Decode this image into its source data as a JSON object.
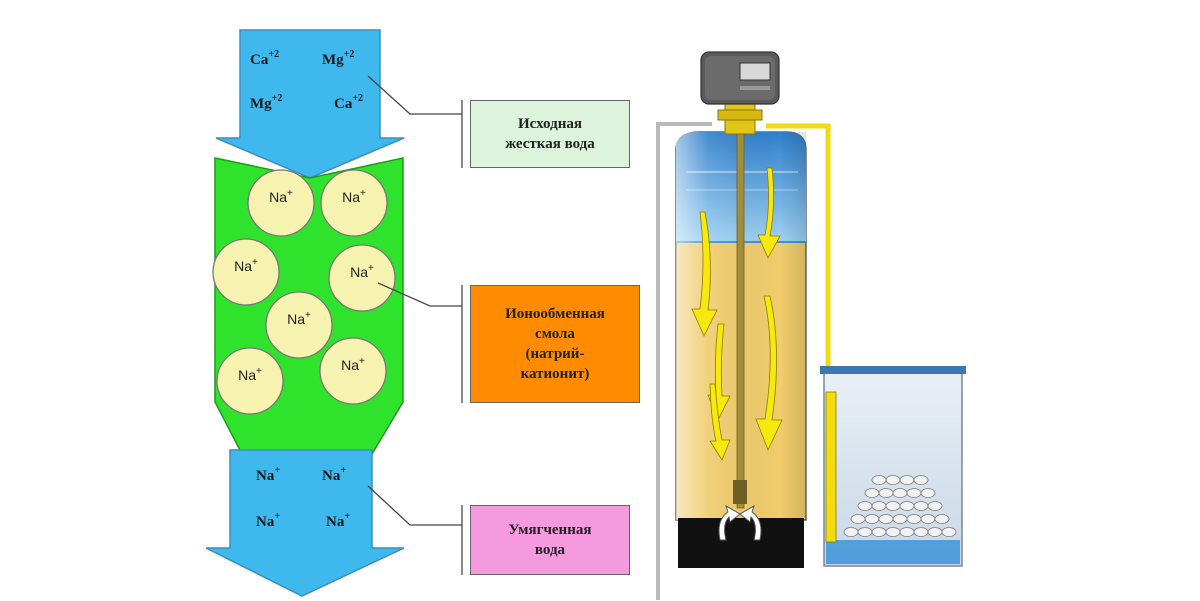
{
  "top_ions": [
    {
      "base": "Ca",
      "charge": "+2"
    },
    {
      "base": "Mg",
      "charge": "+2"
    },
    {
      "base": "Mg",
      "charge": "+2"
    },
    {
      "base": "Ca",
      "charge": "+2"
    }
  ],
  "resin_ions": [
    {
      "base": "Na",
      "charge": "+"
    },
    {
      "base": "Na",
      "charge": "+"
    },
    {
      "base": "Na",
      "charge": "+"
    },
    {
      "base": "Na",
      "charge": "+"
    },
    {
      "base": "Na",
      "charge": "+"
    },
    {
      "base": "Na",
      "charge": "+"
    },
    {
      "base": "Na",
      "charge": "+"
    }
  ],
  "bottom_ions": [
    {
      "base": "Na",
      "charge": "+"
    },
    {
      "base": "Na",
      "charge": "+"
    },
    {
      "base": "Na",
      "charge": "+"
    },
    {
      "base": "Na",
      "charge": "+"
    }
  ],
  "labels": {
    "hard_water": [
      "Исходная",
      "жесткая вода"
    ],
    "resin": [
      "Ионообменная",
      "смола",
      "(натрий-",
      "катионит)"
    ],
    "soft_water": [
      "Умягченная",
      "вода"
    ]
  },
  "colors": {
    "water_arrow": "#3fb8ee",
    "resin_block": "#2fe32c",
    "resin_ball": "#f6f2b0",
    "label_hard_water_bg": "#dcf3dc",
    "label_resin_bg": "#ff8c00",
    "label_soft_water_bg": "#f59adf",
    "tank_water": "#3d93d8",
    "tank_resin": "#f0cc6c",
    "flow_arrow": "#f7e80e",
    "brine_pipe": "#f2dc10",
    "salt_tablet": "#f2f2f2"
  },
  "icons": [
    "control-valve-icon",
    "salt-tablet-icon",
    "flow-arrow-icon"
  ]
}
